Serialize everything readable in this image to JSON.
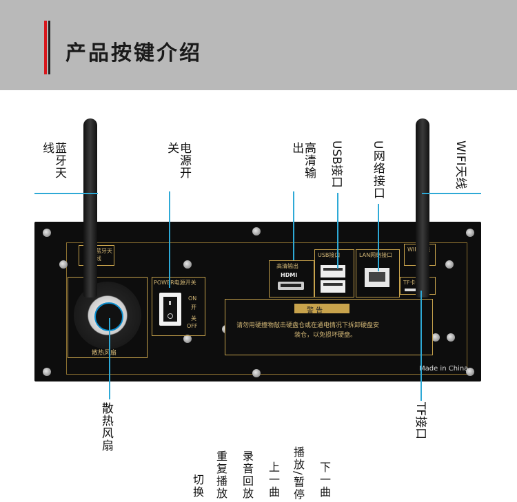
{
  "header": {
    "title": "产品按键介绍"
  },
  "callouts": {
    "bluetooth_antenna": "蓝牙天线",
    "power_switch": "电源开关",
    "hdmi_out": "高清输出",
    "usb_port": "USB接口",
    "lan_port": "U网络接口",
    "wifi_antenna": "WIFI天线",
    "cooling_fan": "散热风扇",
    "tf_port": "TF接口"
  },
  "panel": {
    "bt_label": "蓝牙天线",
    "power_label": "POWER电源开关",
    "on": "ON",
    "on_cn": "开",
    "off_cn": "关",
    "off": "OFF",
    "hdmi_label": "高清输出",
    "hdmi": "HDMI",
    "usb_label": "USB接口",
    "lan_label": "LAN网络接口",
    "wifi_label": "WIFI天线",
    "tf_label": "TF卡接口",
    "fan_label": "散热风扇",
    "warning_title": "警  告",
    "warning_text_1": "请勿用硬撞物敲击硬盘仓或在通电情况下拆卸硬盘安",
    "warning_text_2": "装仓，以免损坏硬盘。",
    "made_in": "Made in China"
  },
  "buttons": [
    {
      "label": "切换"
    },
    {
      "label": "重复播放"
    },
    {
      "label": "录音回放"
    },
    {
      "label": "上一曲"
    },
    {
      "label": "播放/暂停"
    },
    {
      "label": "下一曲"
    }
  ],
  "colors": {
    "accent_line": "#2ea9d6",
    "header_bg": "#b9b9b9",
    "header_bar": "#d8161b",
    "panel_gold": "#c8a34c"
  }
}
